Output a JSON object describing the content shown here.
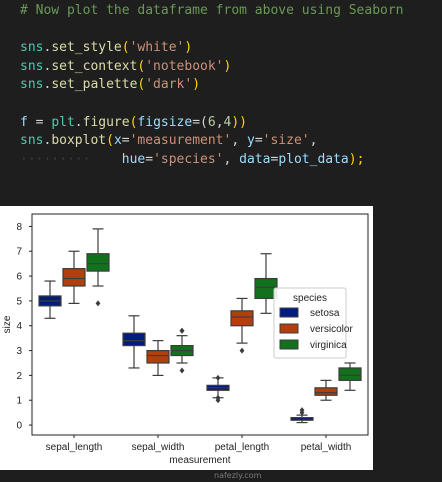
{
  "code": {
    "lines": [
      {
        "parts": [
          {
            "text": "# Now plot the dataframe from above using Seaborn",
            "color": "#6a9955"
          }
        ]
      },
      {
        "parts": []
      },
      {
        "parts": [
          {
            "text": "sns",
            "color": "#4ec9b0"
          },
          {
            "text": ".",
            "color": "#d4d4d4"
          },
          {
            "text": "set_style",
            "color": "#dcdcaa"
          },
          {
            "text": "(",
            "color": "#ffd700"
          },
          {
            "text": "'white'",
            "color": "#ce9178"
          },
          {
            "text": ")",
            "color": "#ffd700"
          }
        ]
      },
      {
        "parts": [
          {
            "text": "sns",
            "color": "#4ec9b0"
          },
          {
            "text": ".",
            "color": "#d4d4d4"
          },
          {
            "text": "set_context",
            "color": "#dcdcaa"
          },
          {
            "text": "(",
            "color": "#ffd700"
          },
          {
            "text": "'notebook'",
            "color": "#ce9178"
          },
          {
            "text": ")",
            "color": "#ffd700"
          }
        ]
      },
      {
        "parts": [
          {
            "text": "sns",
            "color": "#4ec9b0"
          },
          {
            "text": ".",
            "color": "#d4d4d4"
          },
          {
            "text": "set_palette",
            "color": "#dcdcaa"
          },
          {
            "text": "(",
            "color": "#ffd700"
          },
          {
            "text": "'dark'",
            "color": "#ce9178"
          },
          {
            "text": ")",
            "color": "#ffd700"
          }
        ]
      },
      {
        "parts": []
      },
      {
        "parts": [
          {
            "text": "f",
            "color": "#9cdcfe"
          },
          {
            "text": " = ",
            "color": "#d4d4d4"
          },
          {
            "text": "plt",
            "color": "#4ec9b0"
          },
          {
            "text": ".",
            "color": "#d4d4d4"
          },
          {
            "text": "figure",
            "color": "#dcdcaa"
          },
          {
            "text": "(",
            "color": "#ffd700"
          },
          {
            "text": "figsize",
            "color": "#9cdcfe"
          },
          {
            "text": "=(",
            "color": "#d4d4d4"
          },
          {
            "text": "6",
            "color": "#b5cea8"
          },
          {
            "text": ",",
            "color": "#d4d4d4"
          },
          {
            "text": "4",
            "color": "#b5cea8"
          },
          {
            "text": "))",
            "color": "#ffd700"
          }
        ]
      },
      {
        "parts": [
          {
            "text": "sns",
            "color": "#4ec9b0"
          },
          {
            "text": ".",
            "color": "#d4d4d4"
          },
          {
            "text": "boxplot",
            "color": "#dcdcaa"
          },
          {
            "text": "(",
            "color": "#ffd700"
          },
          {
            "text": "x",
            "color": "#9cdcfe"
          },
          {
            "text": "=",
            "color": "#d4d4d4"
          },
          {
            "text": "'measurement'",
            "color": "#ce9178"
          },
          {
            "text": ", ",
            "color": "#d4d4d4"
          },
          {
            "text": "y",
            "color": "#9cdcfe"
          },
          {
            "text": "=",
            "color": "#d4d4d4"
          },
          {
            "text": "'size'",
            "color": "#ce9178"
          },
          {
            "text": ",",
            "color": "#d4d4d4"
          }
        ]
      },
      {
        "parts": [
          {
            "text": "·········    ",
            "color": "#3c3c3c"
          },
          {
            "text": "hue",
            "color": "#9cdcfe"
          },
          {
            "text": "=",
            "color": "#d4d4d4"
          },
          {
            "text": "'species'",
            "color": "#ce9178"
          },
          {
            "text": ", ",
            "color": "#d4d4d4"
          },
          {
            "text": "data",
            "color": "#9cdcfe"
          },
          {
            "text": "=",
            "color": "#d4d4d4"
          },
          {
            "text": "plot_data",
            "color": "#9cdcfe"
          },
          {
            "text": ");",
            "color": "#ffd700"
          }
        ]
      }
    ]
  },
  "chart_data": {
    "type": "box",
    "title": "",
    "xlabel": "measurement",
    "ylabel": "size",
    "ylim": [
      -0.4,
      8.5
    ],
    "yticks": [
      0,
      1,
      2,
      3,
      4,
      5,
      6,
      7,
      8
    ],
    "categories": [
      "sepal_length",
      "sepal_width",
      "petal_length",
      "petal_width"
    ],
    "legend": {
      "title": "species",
      "placement": "center-right"
    },
    "series": [
      {
        "name": "setosa",
        "color": "#001c7f",
        "boxes": [
          {
            "min": 4.3,
            "q1": 4.8,
            "median": 5.0,
            "q3": 5.2,
            "max": 5.8,
            "outliers": []
          },
          {
            "min": 2.3,
            "q1": 3.2,
            "median": 3.4,
            "q3": 3.7,
            "max": 4.4,
            "outliers": []
          },
          {
            "min": 1.1,
            "q1": 1.4,
            "median": 1.5,
            "q3": 1.6,
            "max": 1.9,
            "outliers": [
              1.0,
              1.1,
              1.9
            ]
          },
          {
            "min": 0.1,
            "q1": 0.2,
            "median": 0.2,
            "q3": 0.3,
            "max": 0.4,
            "outliers": [
              0.5,
              0.6
            ]
          }
        ]
      },
      {
        "name": "versicolor",
        "color": "#b1400d",
        "boxes": [
          {
            "min": 4.9,
            "q1": 5.6,
            "median": 5.9,
            "q3": 6.3,
            "max": 7.0,
            "outliers": []
          },
          {
            "min": 2.0,
            "q1": 2.5,
            "median": 2.8,
            "q3": 3.0,
            "max": 3.4,
            "outliers": []
          },
          {
            "min": 3.3,
            "q1": 4.0,
            "median": 4.35,
            "q3": 4.6,
            "max": 5.1,
            "outliers": [
              3.0
            ]
          },
          {
            "min": 1.0,
            "q1": 1.2,
            "median": 1.3,
            "q3": 1.5,
            "max": 1.8,
            "outliers": []
          }
        ]
      },
      {
        "name": "virginica",
        "color": "#12711c",
        "boxes": [
          {
            "min": 5.6,
            "q1": 6.2,
            "median": 6.5,
            "q3": 6.9,
            "max": 7.9,
            "outliers": [
              4.9
            ]
          },
          {
            "min": 2.5,
            "q1": 2.8,
            "median": 3.0,
            "q3": 3.2,
            "max": 3.6,
            "outliers": [
              2.2,
              3.8,
              3.8
            ]
          },
          {
            "min": 4.5,
            "q1": 5.1,
            "median": 5.55,
            "q3": 5.9,
            "max": 6.9,
            "outliers": []
          },
          {
            "min": 1.4,
            "q1": 1.8,
            "median": 2.0,
            "q3": 2.3,
            "max": 2.5,
            "outliers": []
          }
        ]
      }
    ]
  },
  "watermark": "nafezly.com"
}
